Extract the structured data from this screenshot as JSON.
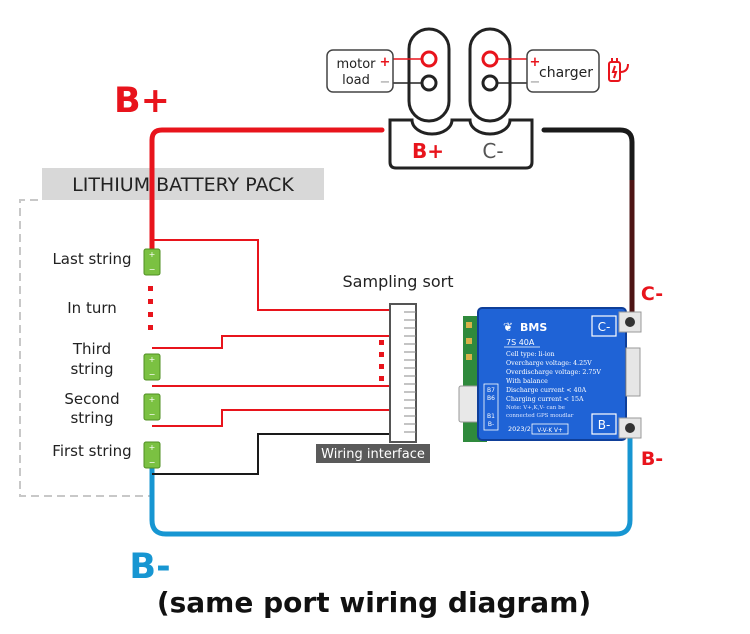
{
  "top": {
    "motor_load_line1": "motor",
    "motor_load_line2": "load",
    "charger": "charger",
    "plus": "+",
    "minus": "−"
  },
  "port": {
    "b_plus": "B+",
    "c_minus": "C-"
  },
  "labels": {
    "b_plus_big": "B+",
    "b_minus_big": "B-",
    "c_minus_side": "C-",
    "b_minus_side": "B-",
    "pack_title": "LITHIUM BATTERY PACK",
    "sampling_sort": "Sampling sort",
    "wiring_interface": "Wiring interface",
    "caption": "(same port wiring diagram)"
  },
  "strings": {
    "last": "Last string",
    "in_turn": "In turn",
    "third_1": "Third",
    "third_2": "string",
    "second_1": "Second",
    "second_2": "string",
    "first": "First string"
  },
  "bms": {
    "brand": "BMS",
    "model": "7S  40A",
    "c_port": "C-",
    "b_port": "B-",
    "spec1": "Cell type: li-ion",
    "spec2": "Overcharge voltage: 4.25V",
    "spec3": "Overdischarge voltage: 2.75V",
    "spec4": "With balance",
    "spec5": "Discharge current < 40A",
    "spec6": "Charging current < 15A",
    "side1": "B7",
    "side2": "B6",
    "side3": "B1",
    "side4": "B-",
    "note1": "Note: V+,K,V- can be",
    "note2": "connected GPS moudlar",
    "date": "2023/2",
    "pins": "V-V-K V+"
  },
  "colors": {
    "red": "#e8141c",
    "black": "#1a1a1a",
    "blue": "#1796d2",
    "bms_blue": "#1f63d6",
    "cell_green": "#7bc142"
  }
}
